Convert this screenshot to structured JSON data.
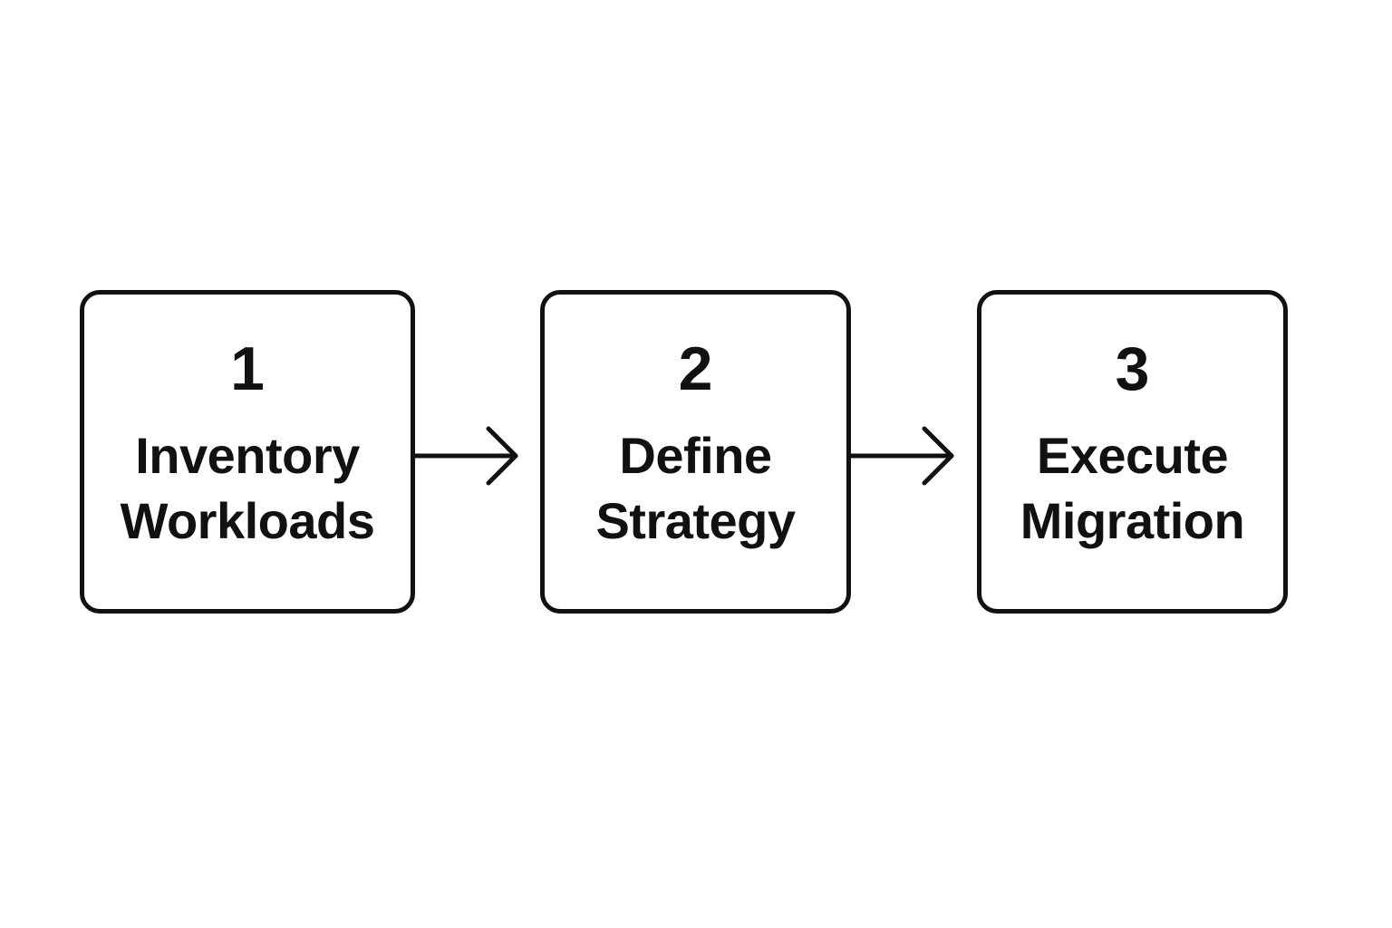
{
  "steps": [
    {
      "number": "1",
      "label": "Inventory\nWorkloads"
    },
    {
      "number": "2",
      "label": "Define\nStrategy"
    },
    {
      "number": "3",
      "label": "Execute\nMigration"
    }
  ],
  "connectors": [
    {
      "from": "1",
      "to": "2",
      "icon": "arrow-right-icon"
    },
    {
      "from": "2",
      "to": "3",
      "icon": "arrow-right-icon"
    }
  ],
  "colors": {
    "stroke": "#111111",
    "background": "#ffffff"
  }
}
